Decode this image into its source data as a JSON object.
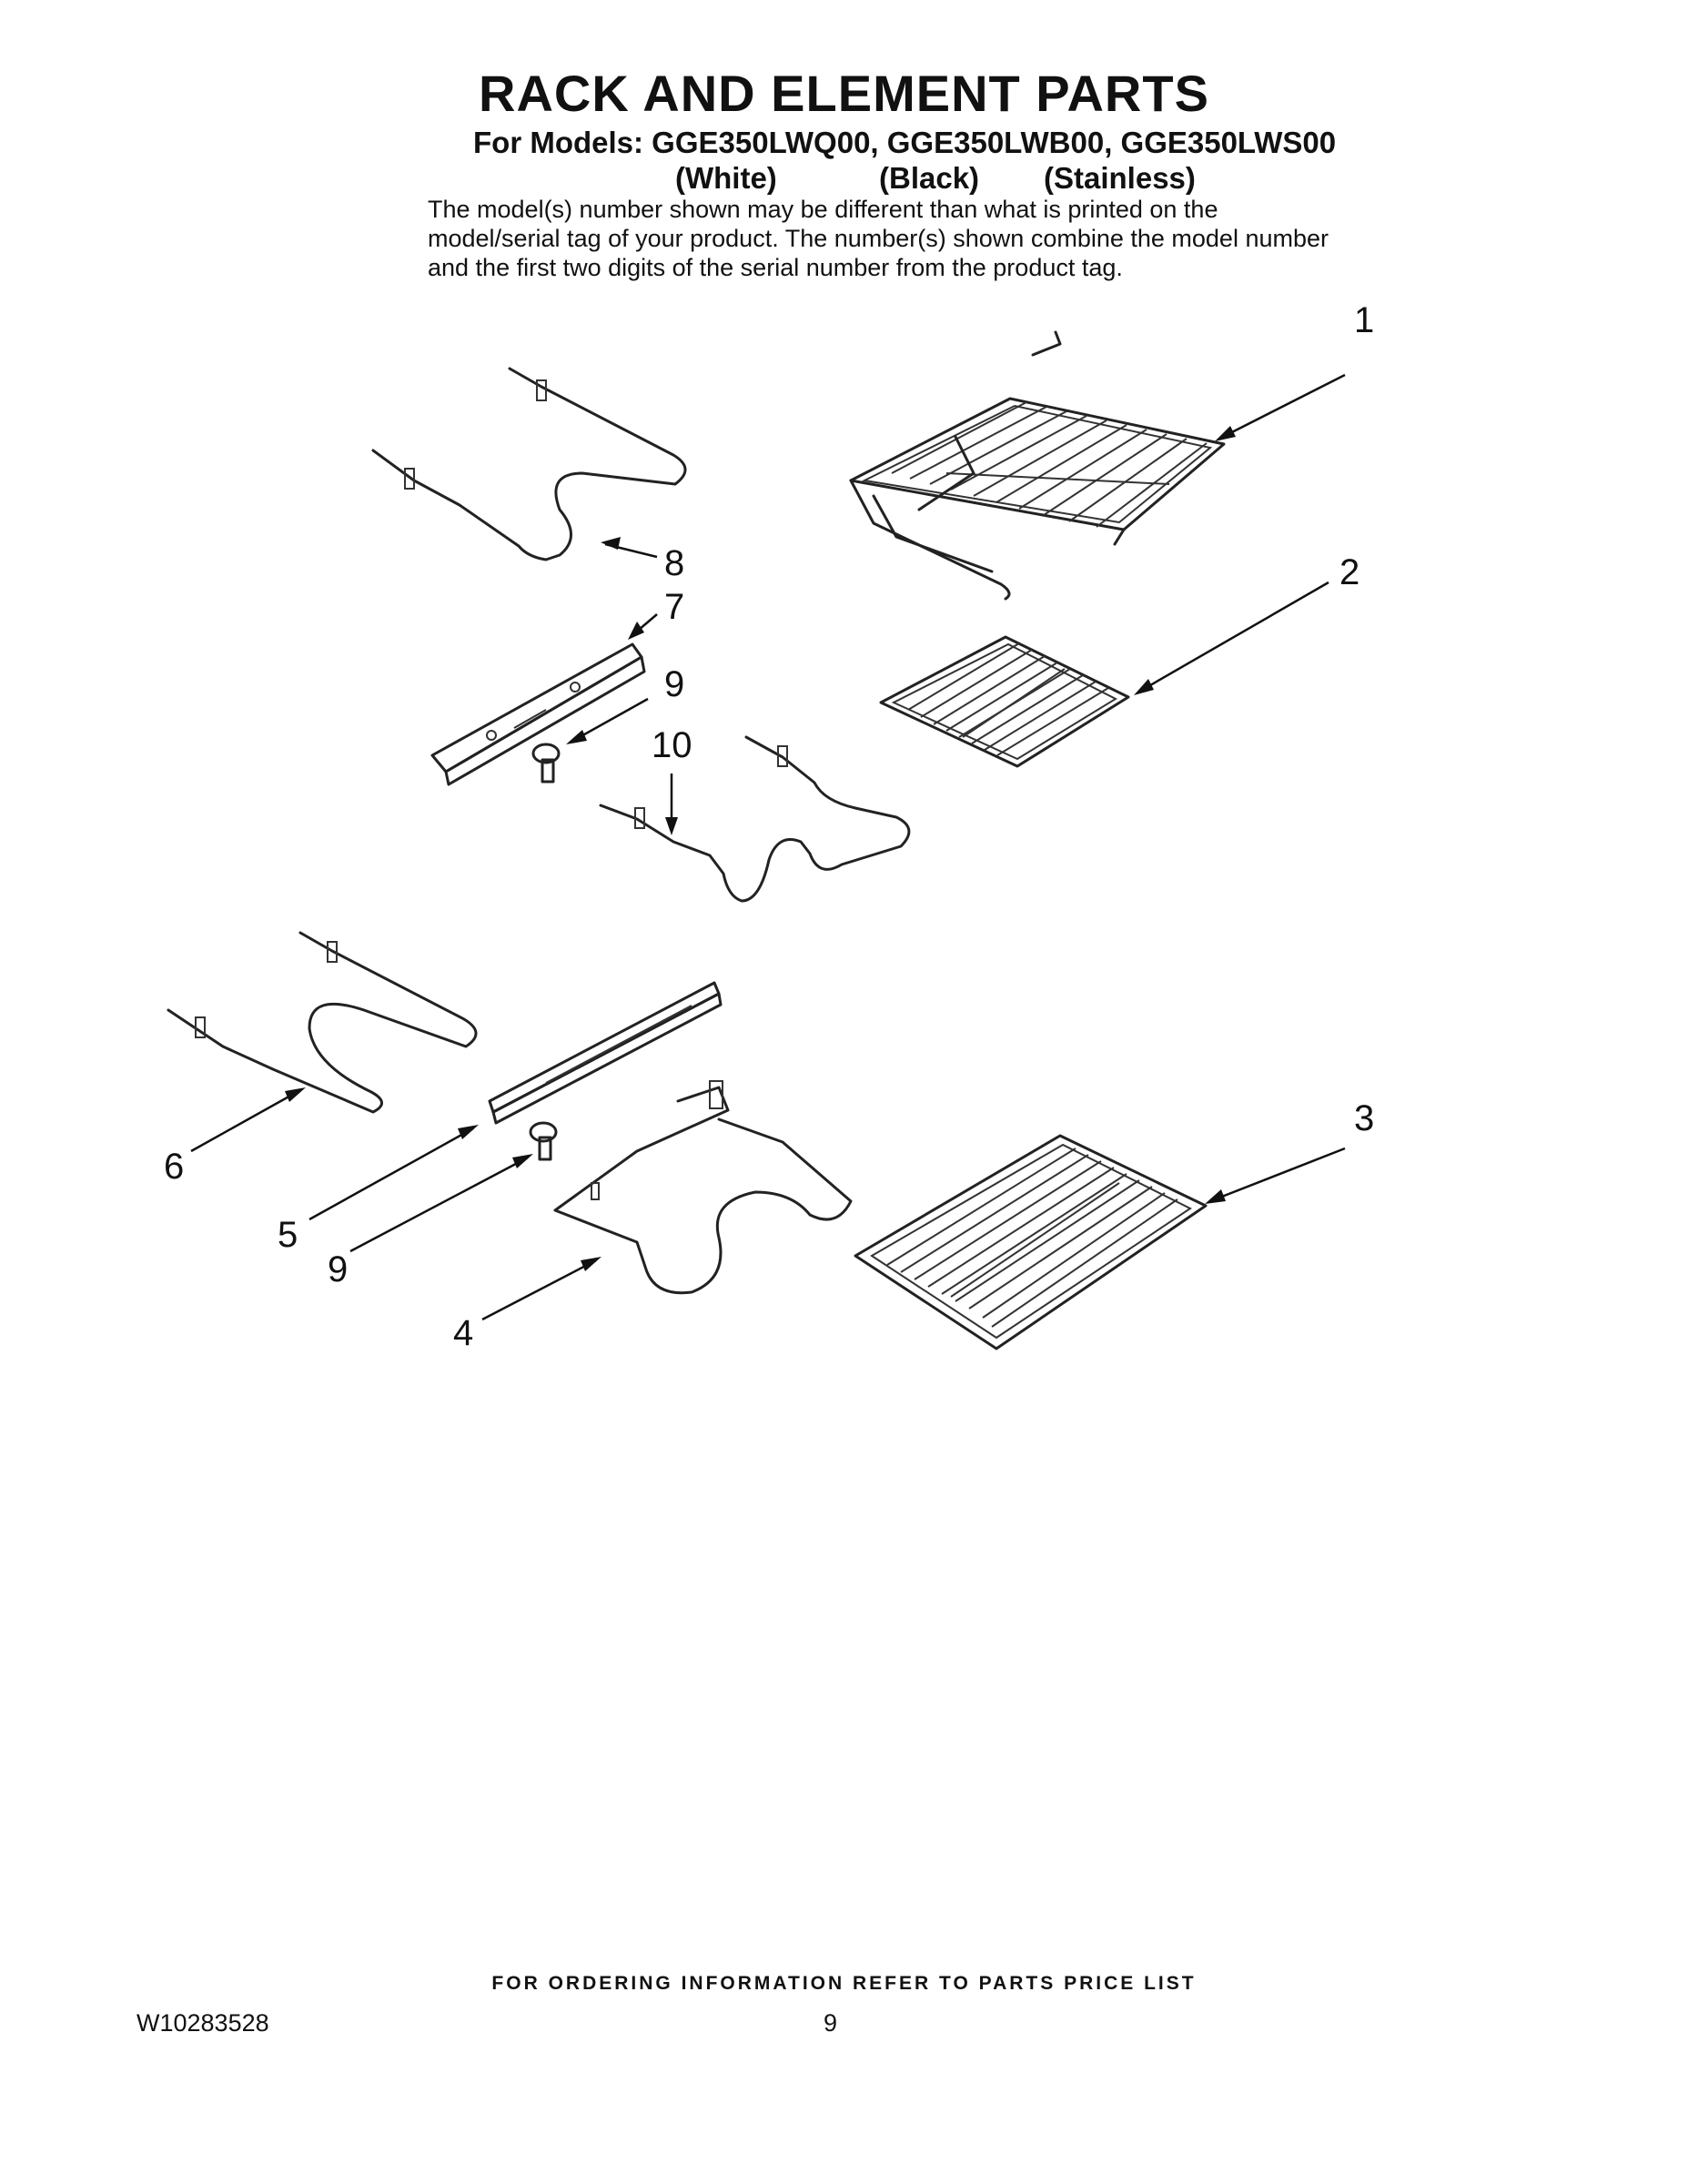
{
  "header": {
    "title": "RACK AND ELEMENT PARTS",
    "models_line": "For Models: GGE350LWQ00, GGE350LWB00, GGE350LWS00",
    "color_white": "(White)",
    "color_black": "(Black)",
    "color_stainless": "(Stainless)",
    "note": "The model(s) number shown may be different than what is printed on the model/serial tag of your product. The number(s) shown combine the model number and the first two digits of the serial number from the product tag."
  },
  "callouts": [
    "1",
    "2",
    "3",
    "4",
    "5",
    "6",
    "7",
    "8",
    "9",
    "9",
    "10"
  ],
  "footer": {
    "ordering": "FOR ORDERING INFORMATION REFER TO PARTS PRICE LIST",
    "doc_number": "W10283528",
    "page_number": "9"
  }
}
